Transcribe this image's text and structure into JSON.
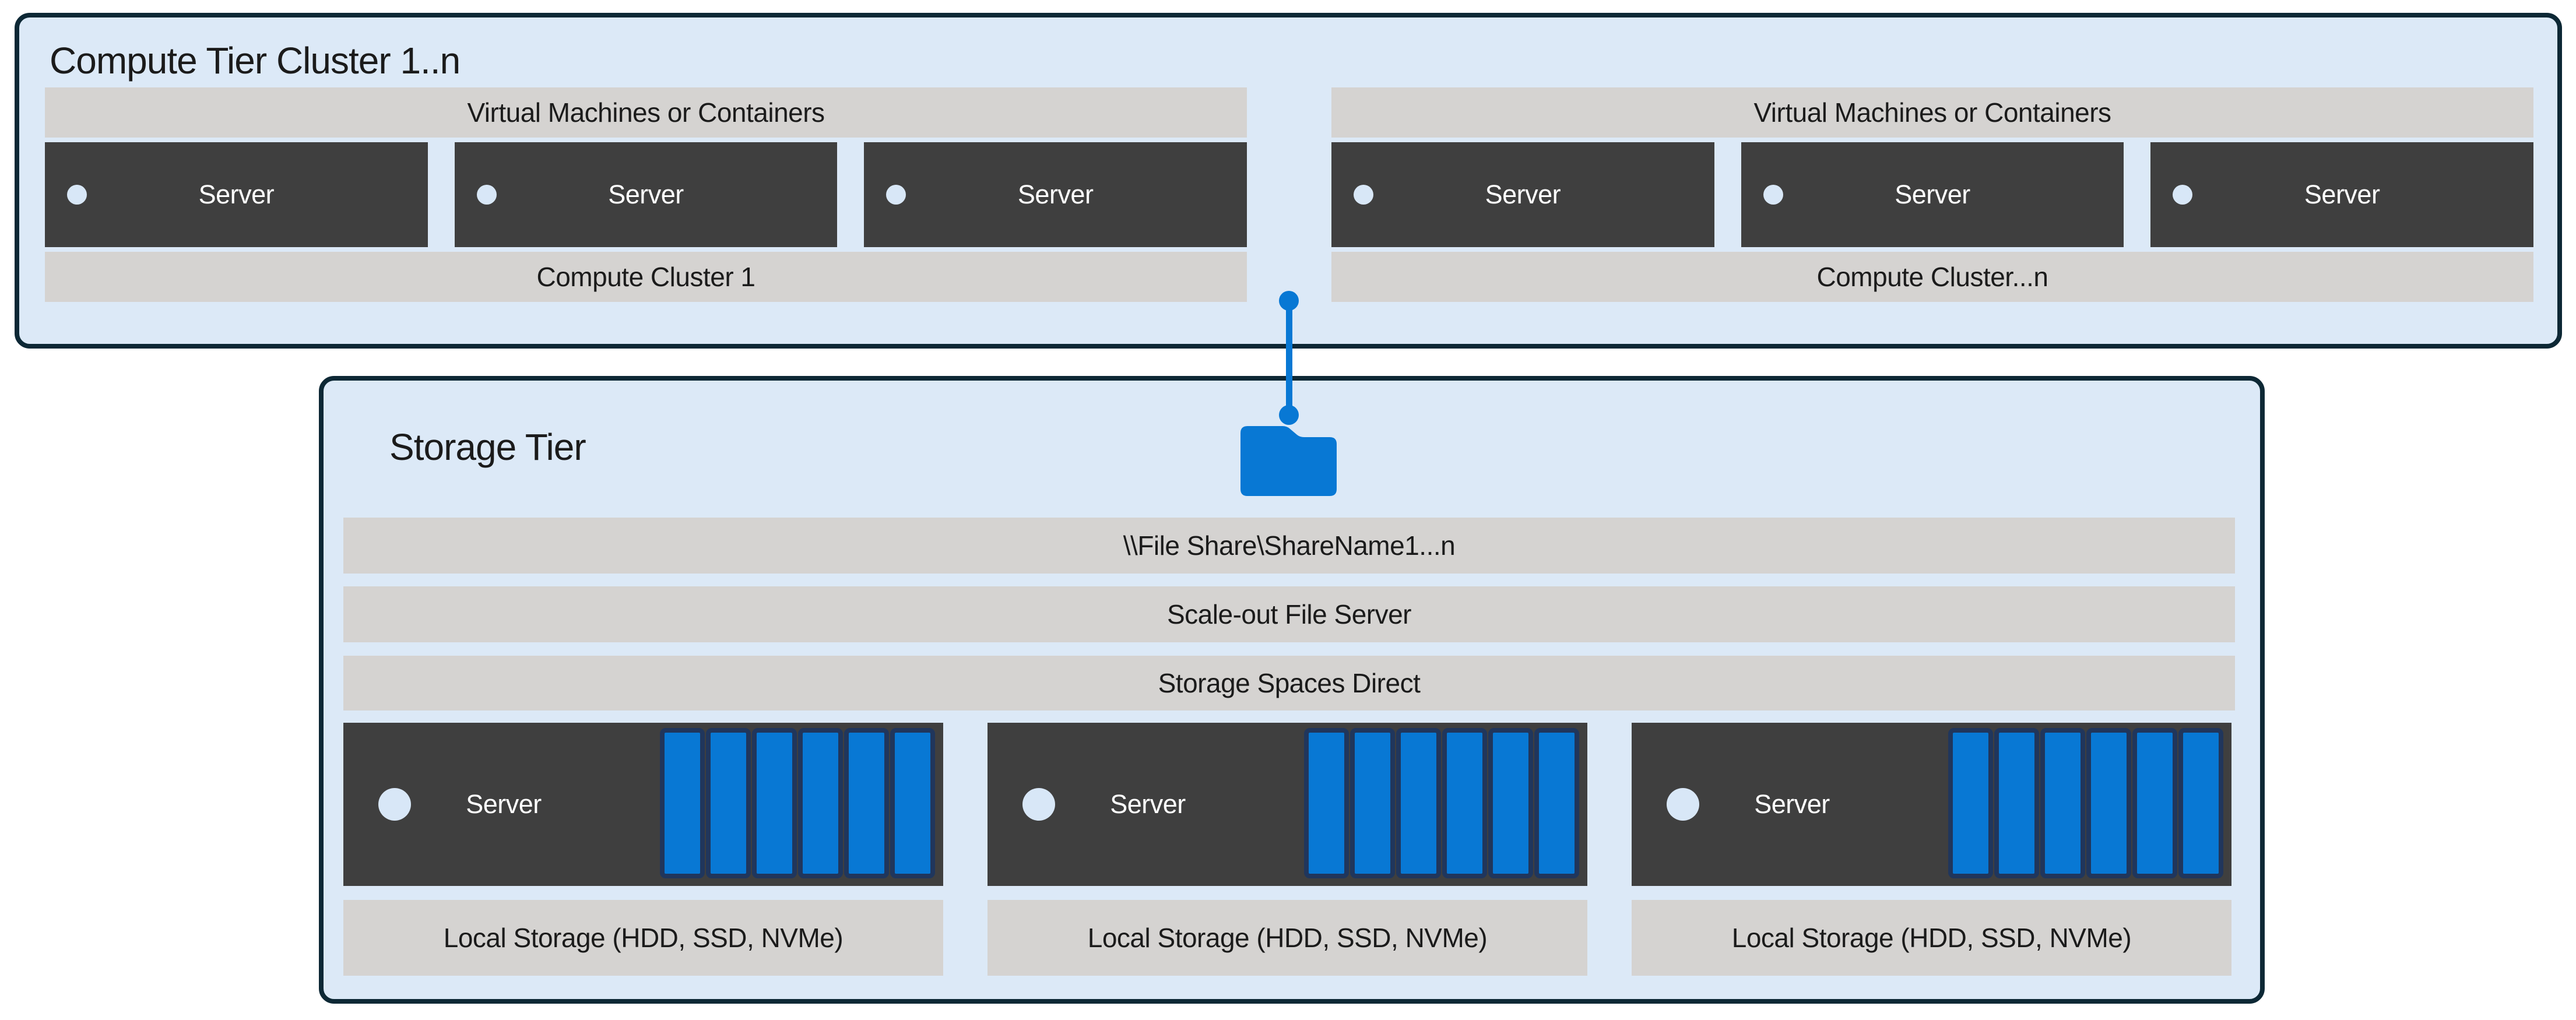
{
  "compute_tier": {
    "title": "Compute Tier Cluster 1..n",
    "clusters": [
      {
        "header": "Virtual Machines or Containers",
        "servers": [
          {
            "label": "Server"
          },
          {
            "label": "Server"
          },
          {
            "label": "Server"
          }
        ],
        "footer": "Compute Cluster 1"
      },
      {
        "header": "Virtual Machines or Containers",
        "servers": [
          {
            "label": "Server"
          },
          {
            "label": "Server"
          },
          {
            "label": "Server"
          }
        ],
        "footer": "Compute Cluster...n"
      }
    ]
  },
  "storage_tier": {
    "title": "Storage Tier",
    "layers": [
      {
        "label": "\\\\File Share\\ShareName1...n"
      },
      {
        "label": "Scale-out File Server"
      },
      {
        "label": "Storage Spaces Direct"
      }
    ],
    "nodes": [
      {
        "label": "Server",
        "disk_count": 6,
        "storage_label": "Local Storage (HDD, SSD, NVMe)"
      },
      {
        "label": "Server",
        "disk_count": 6,
        "storage_label": "Local Storage (HDD, SSD, NVMe)"
      },
      {
        "label": "Server",
        "disk_count": 6,
        "storage_label": "Local Storage (HDD, SSD, NVMe)"
      }
    ]
  },
  "colors": {
    "tier_fill": "#dce9f7",
    "tier_border": "#0d2835",
    "bar_fill": "#d5d3d1",
    "server_fill": "#3f3f3f",
    "server_text": "#ffffff",
    "accent_blue": "#0878d4",
    "disk_border": "#20365c",
    "dot_fill": "#d8e7f7",
    "text": "#1b1b1b"
  }
}
